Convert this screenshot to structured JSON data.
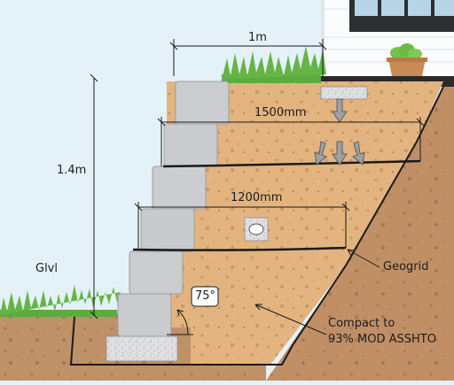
{
  "dimensions": {
    "top_width": "1m",
    "layer_1": "1500mm",
    "layer_2": "1200mm",
    "height": "1.4m"
  },
  "labels": {
    "ground_level": "Glvl",
    "geogrid": "Geogrid",
    "compact_line1": "Compact to",
    "compact_line2": "93% MOD ASSHTO"
  },
  "angle": "75°",
  "colors": {
    "sky": "#e4f1f8",
    "backfill": "#e3b47f",
    "native_soil": "#bf9168",
    "block": "#c9cbcd",
    "grass": "#5cab3c",
    "geogrid_line": "#1a1a1a",
    "house_siding": "#ffffff"
  }
}
